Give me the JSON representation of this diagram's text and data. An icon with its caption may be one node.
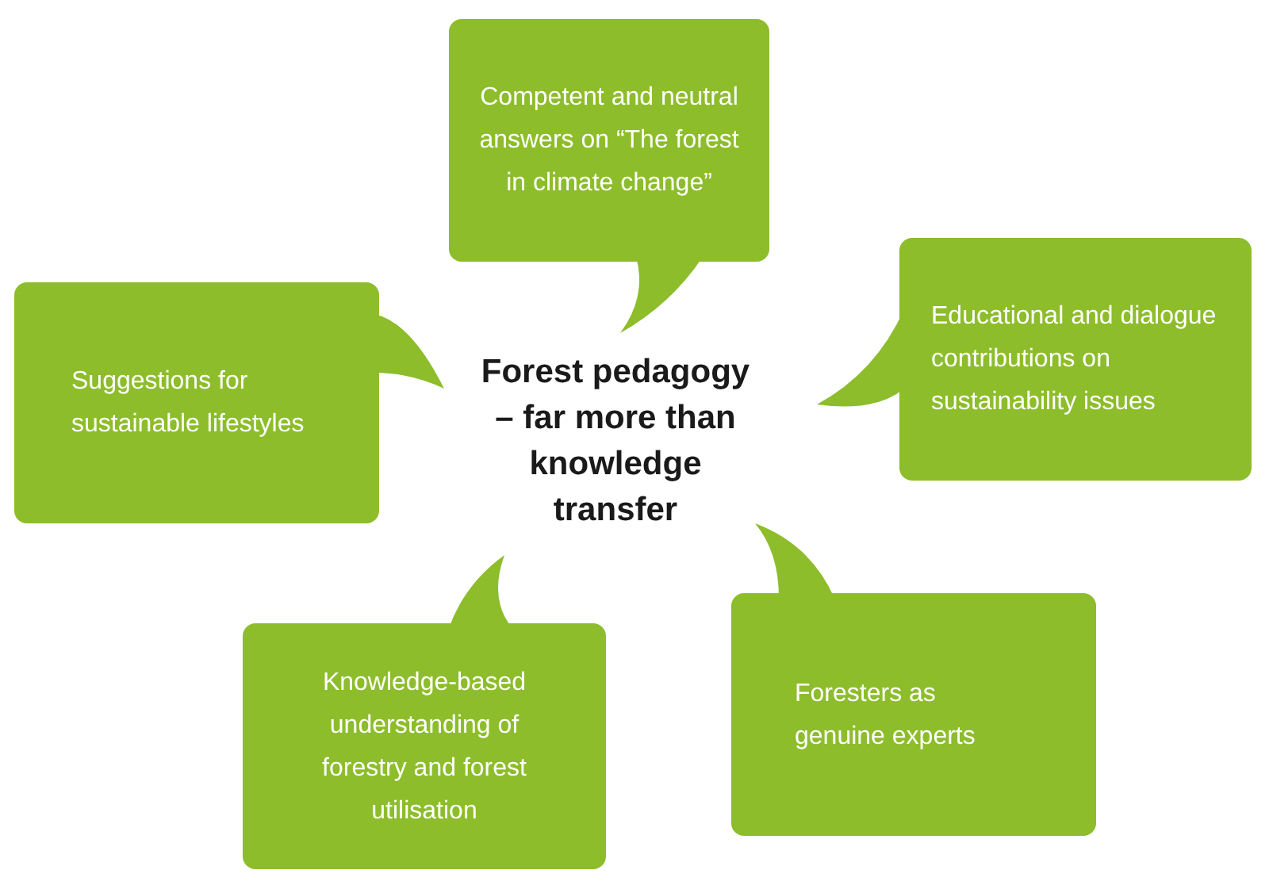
{
  "diagram": {
    "nodes": [
      {
        "text": [
          "Competent and neutral answers on “The forest in climate change”"
        ]
      },
      {
        "text": [
          "Educational and dialogue contributions on sustainability issues"
        ]
      },
      {
        "text": [
          "Suggestions for sustainable lifestyles"
        ]
      },
      {
        "text": [
          "Foresters as genuine experts"
        ]
      },
      {
        "text": [
          "Knowledge-based understanding of forestry and forest utilisation"
        ]
      }
    ],
    "labels": [
      "Forest pedagogy – far more than knowledge transfer"
    ]
  }
}
